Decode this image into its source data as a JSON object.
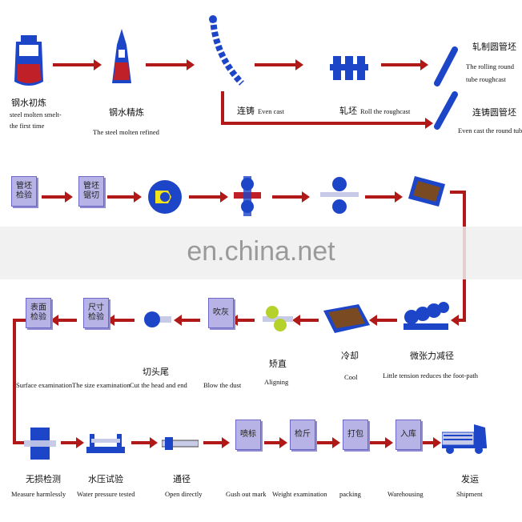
{
  "watermark": "en.china.net",
  "colors": {
    "arrow": "#b11818",
    "equipment_blue": "#1d45c8",
    "box_fill": "#b7b3e6"
  },
  "row1": {
    "s1": {
      "cn": "钢水初炼",
      "en1": "steel molten smelt-",
      "en2": "the first time"
    },
    "s2": {
      "cn": "钢水精炼",
      "en": "The steel molten refined"
    },
    "s3": {
      "cn": "连铸",
      "en": "Even cast"
    },
    "s4": {
      "cn": "轧坯",
      "en": "Roll the roughcast"
    },
    "s5": {
      "cn": "轧制圆管坯",
      "en1": "The rolling round",
      "en2": "tube roughcast"
    },
    "s6": {
      "cn": "连铸圆管坯",
      "en": "Even cast the round tube"
    }
  },
  "row2": {
    "box1": {
      "l1": "管坯",
      "l2": "检验"
    },
    "box2": {
      "l1": "管坯",
      "l2": "锯切"
    }
  },
  "row3": {
    "box_surface": {
      "l1": "表面",
      "l2": "检验"
    },
    "box_size": {
      "l1": "尺寸",
      "l2": "检验"
    },
    "box_blow": {
      "l1": "吹灰"
    },
    "cut": {
      "cn": "切头尾",
      "en": "Cut the head and end"
    },
    "straight": {
      "cn": "矫直",
      "en": "Aligning"
    },
    "cool": {
      "cn": "冷却",
      "en": "Cool"
    },
    "tension": {
      "cn": "微张力减径",
      "en": "Little tension reduces the foot-path"
    },
    "surface_en": "Surface examination",
    "size_en": "The size examination",
    "blow_en": "Blow the dust"
  },
  "row4": {
    "ndt": {
      "cn": "无损检测",
      "en": "Measure harmlessly"
    },
    "hydro": {
      "cn": "水压试验",
      "en": "Water pressure tested"
    },
    "drift": {
      "cn": "通径",
      "en": "Open directly"
    },
    "box_spray": {
      "l1": "喷标"
    },
    "box_weigh": {
      "l1": "检斤"
    },
    "box_pack": {
      "l1": "打包"
    },
    "box_store": {
      "l1": "入库"
    },
    "spray_en": "Gush out mark",
    "weigh_en": "Weight examination",
    "pack_en": "packing",
    "store_en": "Warehousing",
    "ship": {
      "cn": "发运",
      "en": "Shipment"
    }
  }
}
